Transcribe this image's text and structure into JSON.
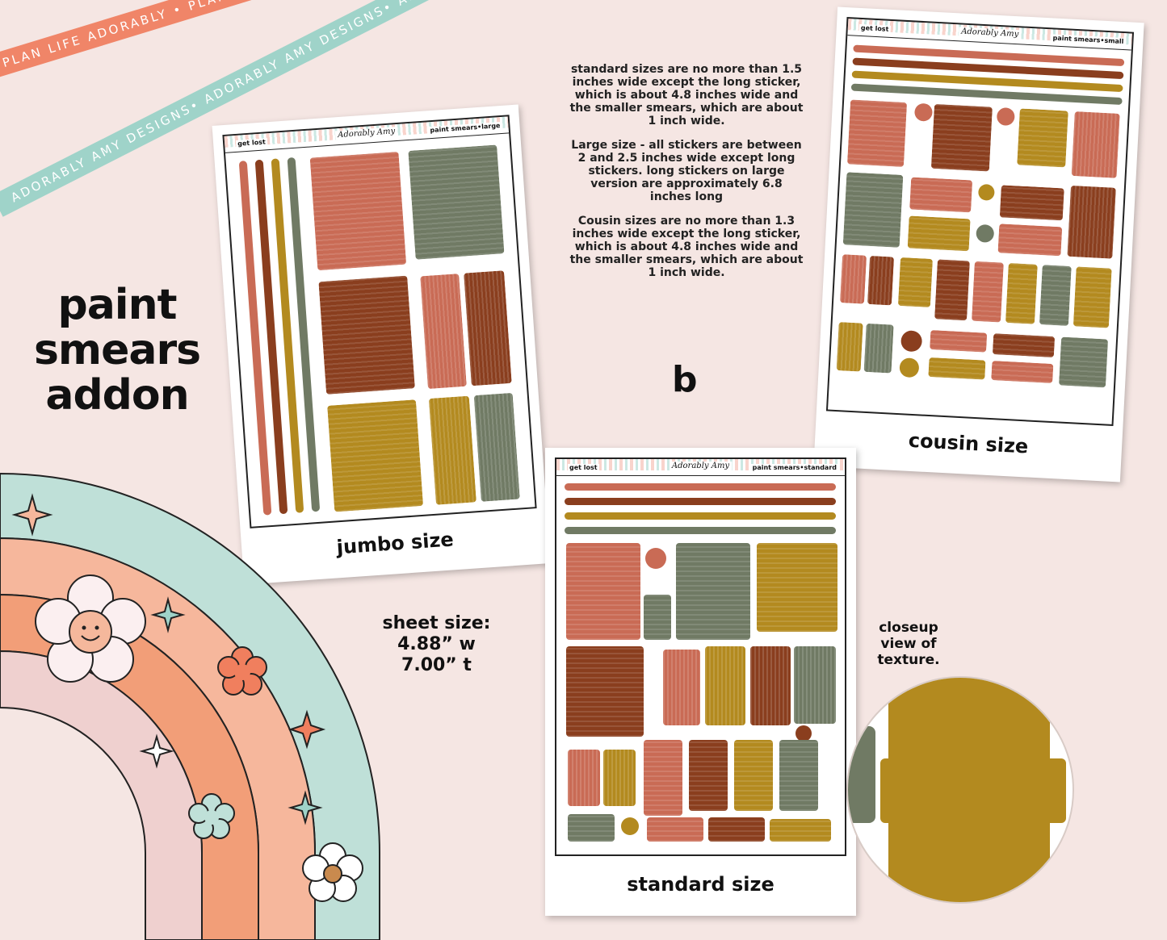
{
  "ribbons": {
    "coral_text": "PLAN LIFE ADORABLY • PLAN LIFE ADORABLY • PLAN LIFE ADORABLY •",
    "teal_text": "ADORABLY AMY DESIGNS• ADORABLY AMY DESIGNS• ADORABLY AMY DESIGNS•"
  },
  "title": {
    "line1": "paint",
    "line2": "smears",
    "line3": "addon"
  },
  "info": {
    "p1": "standard sizes are no more than 1.5 inches wide except the long sticker, which is about 4.8 inches wide and the smaller smears, which are about 1 inch wide.",
    "p2": "Large size - all stickers are between 2 and 2.5 inches wide except long stickers. long stickers on large version are approximately 6.8 inches long",
    "p3": "Cousin sizes are no more than 1.3 inches wide except the long sticker, which is about 4.8 inches wide and the smaller smears, which are about 1 inch wide."
  },
  "variant_letter": "b",
  "sheet_size": {
    "line1": "sheet size:",
    "line2": "4.88” w",
    "line3": "7.00” t"
  },
  "closeup_label": {
    "line1": "closeup",
    "line2": "view of",
    "line3": "texture."
  },
  "cards": {
    "jumbo": {
      "left": "get lost",
      "brand": "Adorably Amy",
      "right": "paint smears•large",
      "caption": "jumbo size"
    },
    "cousin": {
      "left": "get lost",
      "brand": "Adorably Amy",
      "right": "paint smears•small",
      "caption": "cousin size"
    },
    "standard": {
      "left": "get lost",
      "brand": "Adorably Amy",
      "right": "paint smears•standard",
      "caption": "standard size"
    }
  },
  "colors": {
    "background": "#f5e6e3",
    "terracotta": "#c96b55",
    "rust": "#8a3e1e",
    "mustard": "#b38a1f",
    "sage": "#707a64",
    "ribbon_coral": "#f08568",
    "ribbon_teal": "#9fd3c9"
  }
}
